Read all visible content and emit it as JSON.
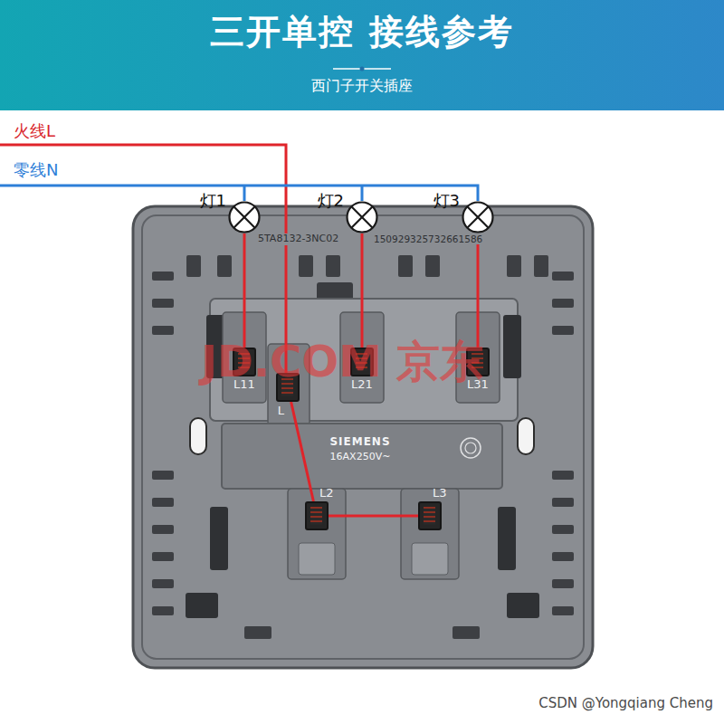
{
  "diagram": {
    "title": "三开单控 接线参考",
    "nodes": [
      {
        "text": [
          "灯1"
        ]
      },
      {
        "text": [
          "灯2"
        ]
      },
      {
        "text": [
          "灯3"
        ]
      },
      {
        "text": [
          "L11"
        ]
      },
      {
        "text": [
          "L"
        ]
      },
      {
        "text": [
          "L21"
        ]
      },
      {
        "text": [
          "L31"
        ]
      },
      {
        "text": [
          "L2"
        ]
      },
      {
        "text": [
          "L3"
        ]
      }
    ],
    "edges": [
      {
        "from": 3,
        "to": 0,
        "arrow": "none"
      },
      {
        "from": 5,
        "to": 1,
        "arrow": "none"
      },
      {
        "from": 6,
        "to": 2,
        "arrow": "none"
      },
      {
        "from": 4,
        "to": 7,
        "arrow": "none"
      },
      {
        "from": 7,
        "to": 8,
        "arrow": "none"
      }
    ],
    "labels": [
      "西门子开关插座",
      "火线L",
      "零线N",
      "5TA8132-3NC02",
      "150929325732661586",
      "SIEMENS",
      "16AX250V~",
      "JD.COM 京东",
      "CSDN @Yongqiang Cheng"
    ]
  }
}
